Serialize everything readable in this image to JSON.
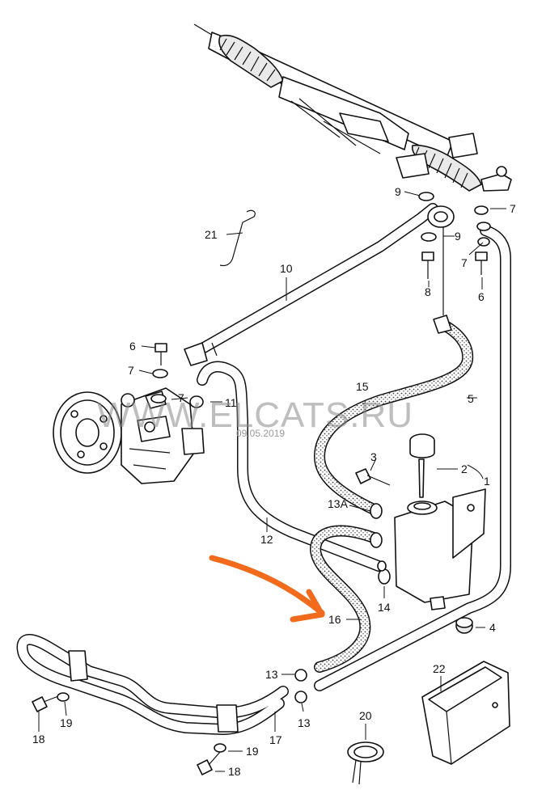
{
  "watermark": {
    "site": "WWW.ELCATS.RU",
    "date": "09.05.2019"
  },
  "callouts": {
    "c1": "1",
    "c2": "2",
    "c3": "3",
    "c4": "4",
    "c5": "5",
    "c6a": "6",
    "c6b": "6",
    "c7a": "7",
    "c7b": "7",
    "c7c": "7",
    "c7d": "7",
    "c8": "8",
    "c9a": "9",
    "c9b": "9",
    "c10": "10",
    "c11": "11",
    "c12": "12",
    "c13a": "13",
    "c13b": "13",
    "c13A": "13A",
    "c14": "14",
    "c15": "15",
    "c16": "16",
    "c17": "17",
    "c18a": "18",
    "c18b": "18",
    "c19a": "19",
    "c19b": "19",
    "c20": "20",
    "c21": "21",
    "c22": "22"
  },
  "colors": {
    "line": "#111111",
    "hose_texture": "#d9d9d9",
    "arrow": "#f26a1b",
    "watermark": "#8a8a8a"
  }
}
